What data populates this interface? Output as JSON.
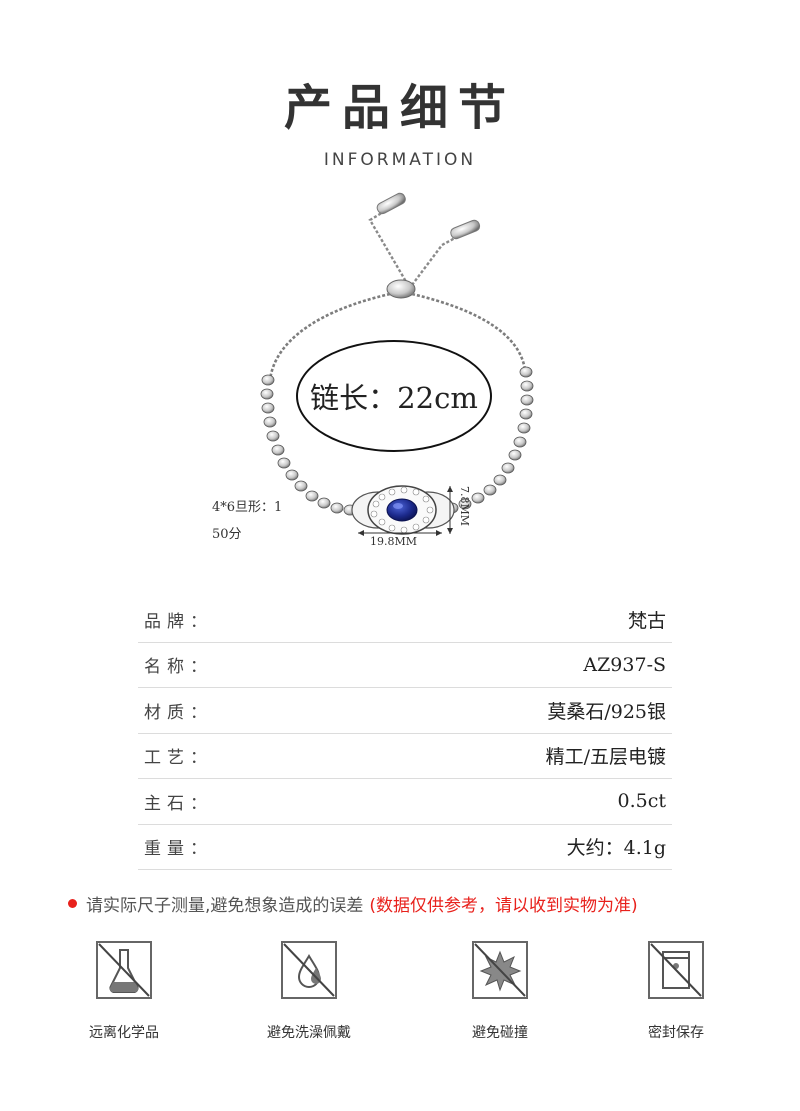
{
  "header": {
    "title": "产品细节",
    "subtitle": "INFORMATION"
  },
  "product": {
    "chain_length": "链长：22cm",
    "stone_line1": "4*6旦形：1",
    "stone_line2": "50分",
    "width_dim": "19.8MM",
    "height_dim": "7.8MM"
  },
  "specs": [
    {
      "label": "品牌：",
      "value": "梵古"
    },
    {
      "label": "名称：",
      "value": "AZ937-S"
    },
    {
      "label": "材质：",
      "value": "莫桑石/925银"
    },
    {
      "label": "工艺：",
      "value": "精工/五层电镀"
    },
    {
      "label": "主石：",
      "value": "0.5ct"
    },
    {
      "label": "重量：",
      "value": "大约：4.1g"
    }
  ],
  "notice": {
    "main": "请实际尺子测量,避免想象造成的误差",
    "highlight": "(数据仅供参考，请以收到实物为准)"
  },
  "care": [
    {
      "icon": "chemical-flask-crossed-icon",
      "label": "远离化学品"
    },
    {
      "icon": "water-drop-crossed-icon",
      "label": "避免洗澡佩戴"
    },
    {
      "icon": "impact-burst-crossed-icon",
      "label": "避免碰撞"
    },
    {
      "icon": "sealed-bag-icon",
      "label": "密封保存"
    }
  ],
  "colors": {
    "accent_red": "#e8211c",
    "text": "#333333",
    "divider": "#dcdcdc",
    "sapphire": "#1c2a8c"
  }
}
